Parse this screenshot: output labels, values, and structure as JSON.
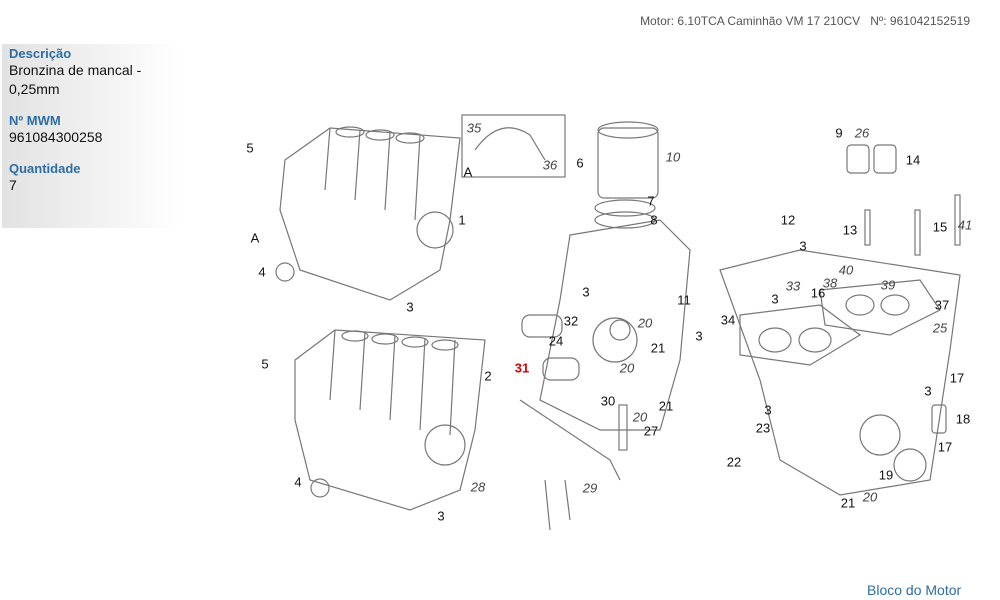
{
  "header": {
    "motor": "Motor: 6.10TCA Caminhão VM 17 210CV",
    "numero": "Nº: 961042152519"
  },
  "info": {
    "descricao_label": "Descrição",
    "descricao": "Bronzina de mancal - 0,25mm",
    "mwm_label": "Nº MWM",
    "mwm": "961084300258",
    "quantidade_label": "Quantidade",
    "quantidade": "7"
  },
  "diagram": {
    "selected": "31",
    "callouts": [
      "5",
      "1",
      "A",
      "4",
      "3",
      "5",
      "2",
      "4",
      "3",
      "35",
      "A",
      "36",
      "6",
      "10",
      "7",
      "8",
      "3",
      "11",
      "32",
      "24",
      "20",
      "3",
      "21",
      "31",
      "20",
      "30",
      "20",
      "21",
      "27",
      "28",
      "29",
      "9",
      "26",
      "14",
      "12",
      "13",
      "15",
      "41",
      "3",
      "38",
      "40",
      "39",
      "33",
      "3",
      "16",
      "37",
      "25",
      "34",
      "17",
      "3",
      "3",
      "18",
      "23",
      "17",
      "22",
      "19",
      "21",
      "20"
    ]
  },
  "footer": {
    "link": "Bloco do Motor"
  }
}
